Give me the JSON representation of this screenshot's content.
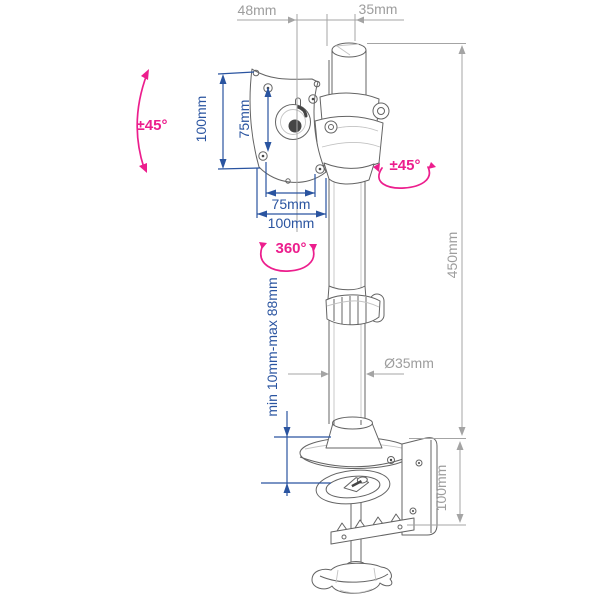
{
  "meta": {
    "subject": "technical dimension diagram of a single-pole desk monitor mount with C-clamp"
  },
  "colors": {
    "background": "#ffffff",
    "linear_dimension_gray": "#9d9d9d",
    "vesa_dimension_blue": "#2a54a0",
    "rotation_pink": "#ec1e8d",
    "drawing_outline": "#646464"
  },
  "labels": {
    "offset_top": "48mm",
    "pole_top_width": "35mm",
    "tilt_range_left": "±45°",
    "vesa_vertical_outer": "100mm",
    "vesa_vertical_inner": "75mm",
    "vesa_horizontal_inner": "75mm",
    "vesa_horizontal_outer": "100mm",
    "swivel_range": "360°",
    "pole_rotation_range": "±45°",
    "pole_height": "450mm",
    "clamp_thickness_range": "min 10mm-max 88mm",
    "pole_diameter": "Ø35mm",
    "clamp_bracket_height": "100mm"
  }
}
